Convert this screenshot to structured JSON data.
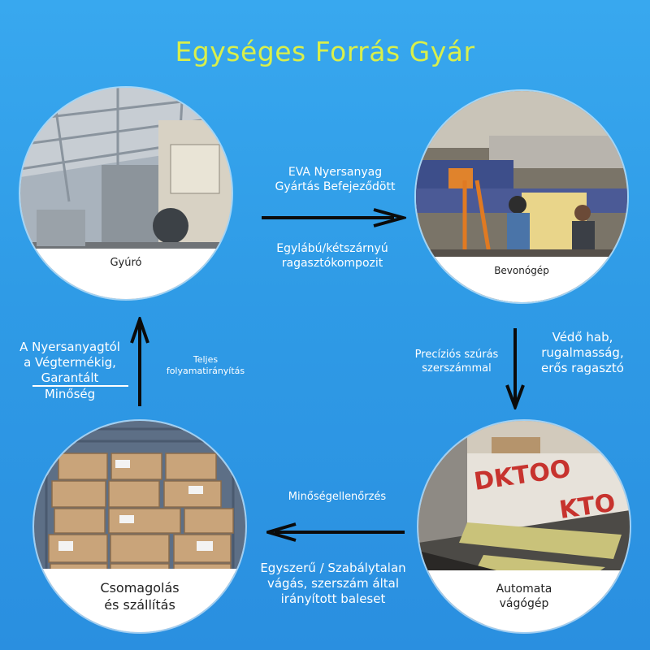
{
  "title": "Egységes Forrás Gyár",
  "nodes": {
    "top_left": {
      "caption": "Gyúró",
      "icon": "factory-hall-photo"
    },
    "top_right": {
      "caption": "Bevonógép",
      "icon": "coating-machine-photo"
    },
    "bottom_right": {
      "caption": "Automata\nvágógép",
      "icon": "cutting-machine-photo"
    },
    "bottom_left": {
      "caption": "Csomagolás\nés szállítás",
      "icon": "packed-boxes-photo"
    }
  },
  "edges": {
    "top": {
      "label_above": "EVA Nyersanyag\nGyártás Befejeződött",
      "label_below": "Egylábú/kétszárnyú\nragasztókompozit"
    },
    "right": {
      "label_left": "Precíziós szúrás\nszerszámmal",
      "label_right": "Védő hab,\nrugalmasság,\nerős ragasztó"
    },
    "bottom": {
      "label_above": "Minőségellenőrzés",
      "label_below": "Egyszerű / Szabálytalan\nvágás, szerszám által\nirányított baleset"
    },
    "left": {
      "label_left": "A Nyersanyagtól\na Végtermékig,\nGarantált\nMinőség",
      "label_right": "Teljes\nfolyamatirányítás"
    }
  },
  "colors": {
    "title": "#d9ef4b",
    "background": "#2f9be6",
    "arrow": "#0b0b0b",
    "text": "#ffffff"
  }
}
